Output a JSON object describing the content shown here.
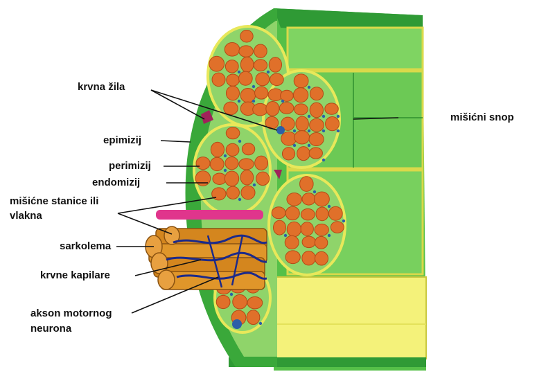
{
  "labels": {
    "krvna_zila": "krvna žila",
    "misicni_snop": "mišićni snop",
    "epimizij": "epimizij",
    "perimizij": "perimizij",
    "endomizij": "endomizij",
    "misicne_stanice_1": "mišićne stanice ili",
    "misicne_stanice_2": "vlakna",
    "sarkolema": "sarkolema",
    "krvne_kapilare": "krvne kapilare",
    "akson_1": "akson motornog",
    "akson_2": "neurona"
  },
  "colors": {
    "epimysium": "#3aa83a",
    "fascicle_fill": "#8fd46a",
    "muscle_side": "#6ccf58",
    "perimysium": "#e8e85a",
    "fiber": "#e0702a",
    "fiber_edge": "#b34a16",
    "capillary": "#2c5fa8",
    "blood_vessel": "#a0225a",
    "nerve": "#e0358c",
    "fiber_bundle": "#d4861e",
    "axon": "#1c2a8a",
    "yellow_bundle": "#f4f27a"
  }
}
